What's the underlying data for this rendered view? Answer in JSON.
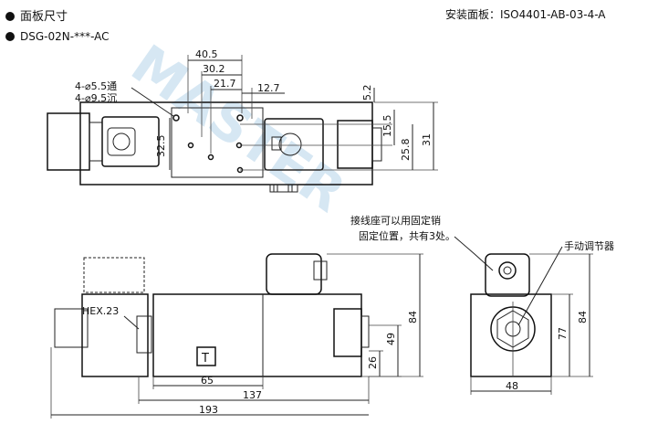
{
  "header": {
    "title": "面板尺寸",
    "model": "DSG-02N-***-AC",
    "mounting_face": "安装面板：ISO4401-AB-03-4-A"
  },
  "watermark": "MASTER",
  "top_view": {
    "hole_note_1": "4-⌀5.5通",
    "hole_note_2": "4-⌀9.5沉",
    "dims": {
      "d1": "40.5",
      "d2": "30.2",
      "d3": "21.7",
      "d4": "12.7",
      "d5": "5.2",
      "d6": "15.5",
      "d7": "25.8",
      "d8": "31",
      "d9": "32.5"
    }
  },
  "front_view": {
    "hex_label": "HEX.23",
    "port_label": "T",
    "dims": {
      "w1": "65",
      "w2": "137",
      "w3": "193",
      "h1": "26",
      "h2": "49",
      "h3": "84"
    }
  },
  "side_view": {
    "note_line1": "接线座可以用固定销",
    "note_line2": "固定位置，共有3处。",
    "manual_label": "手动调节器",
    "dims": {
      "h1": "77",
      "h2": "84",
      "w1": "48"
    }
  }
}
